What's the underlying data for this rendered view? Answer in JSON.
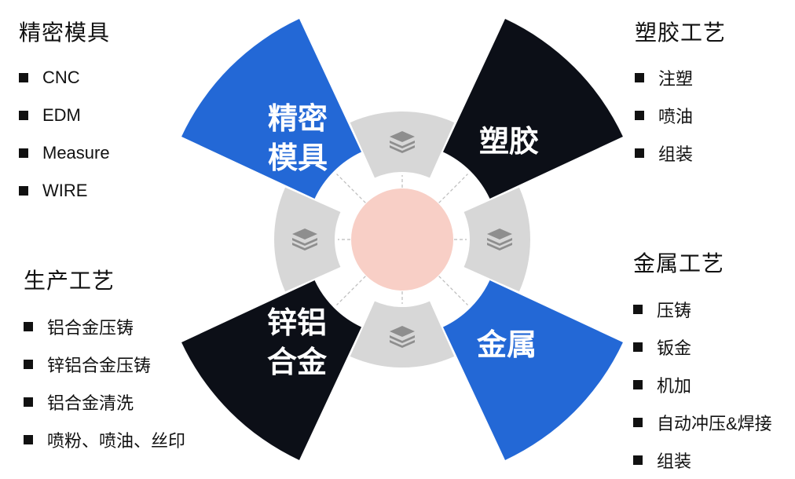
{
  "groups": {
    "precision_mold": {
      "title": "精密模具",
      "items": [
        "CNC",
        "EDM",
        "Measure",
        "WIRE"
      ]
    },
    "production_process": {
      "title": "生产工艺",
      "items": [
        "铝合金压铸",
        "锌铝合金压铸",
        "铝合金清洗",
        "喷粉、喷油、丝印"
      ]
    },
    "plastic_process": {
      "title": "塑胶工艺",
      "items": [
        "注塑",
        "喷油",
        "组装"
      ]
    },
    "metal_process": {
      "title": "金属工艺",
      "items": [
        "压铸",
        "钣金",
        "机加",
        "自动冲压&焊接",
        "组装"
      ]
    }
  },
  "wheel": {
    "petals": {
      "top_left": {
        "line1": "精密",
        "line2": "模具",
        "color": "#2368D6"
      },
      "top_right": {
        "line1": "塑胶",
        "color": "#0C0F17"
      },
      "bottom_left": {
        "line1": "锌铝",
        "line2": "合金",
        "color": "#0C0F17"
      },
      "bottom_right": {
        "line1": "金属",
        "color": "#2368D6"
      }
    },
    "tiles": [
      "layers-icon",
      "layers-icon",
      "layers-icon",
      "layers-icon"
    ],
    "colors": {
      "tile": "#D7D7D7",
      "center": "#F8CFC6",
      "connector": "#BBBBBB",
      "icon": "#8E8E8E"
    }
  }
}
